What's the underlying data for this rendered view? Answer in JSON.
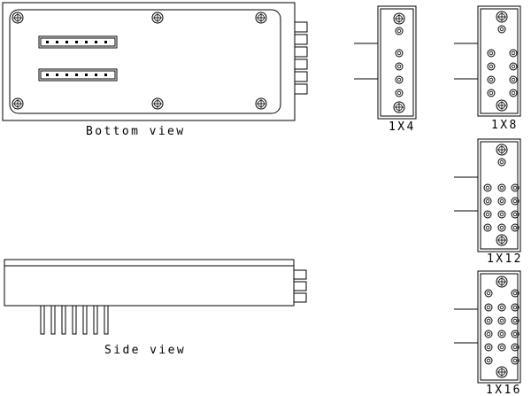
{
  "views": {
    "bottom_view_label": "Bottom view",
    "side_view_label": "Side view"
  },
  "modules": [
    {
      "label": "1X4"
    },
    {
      "label": "1X8"
    },
    {
      "label": "1X12"
    },
    {
      "label": "1X16"
    }
  ]
}
